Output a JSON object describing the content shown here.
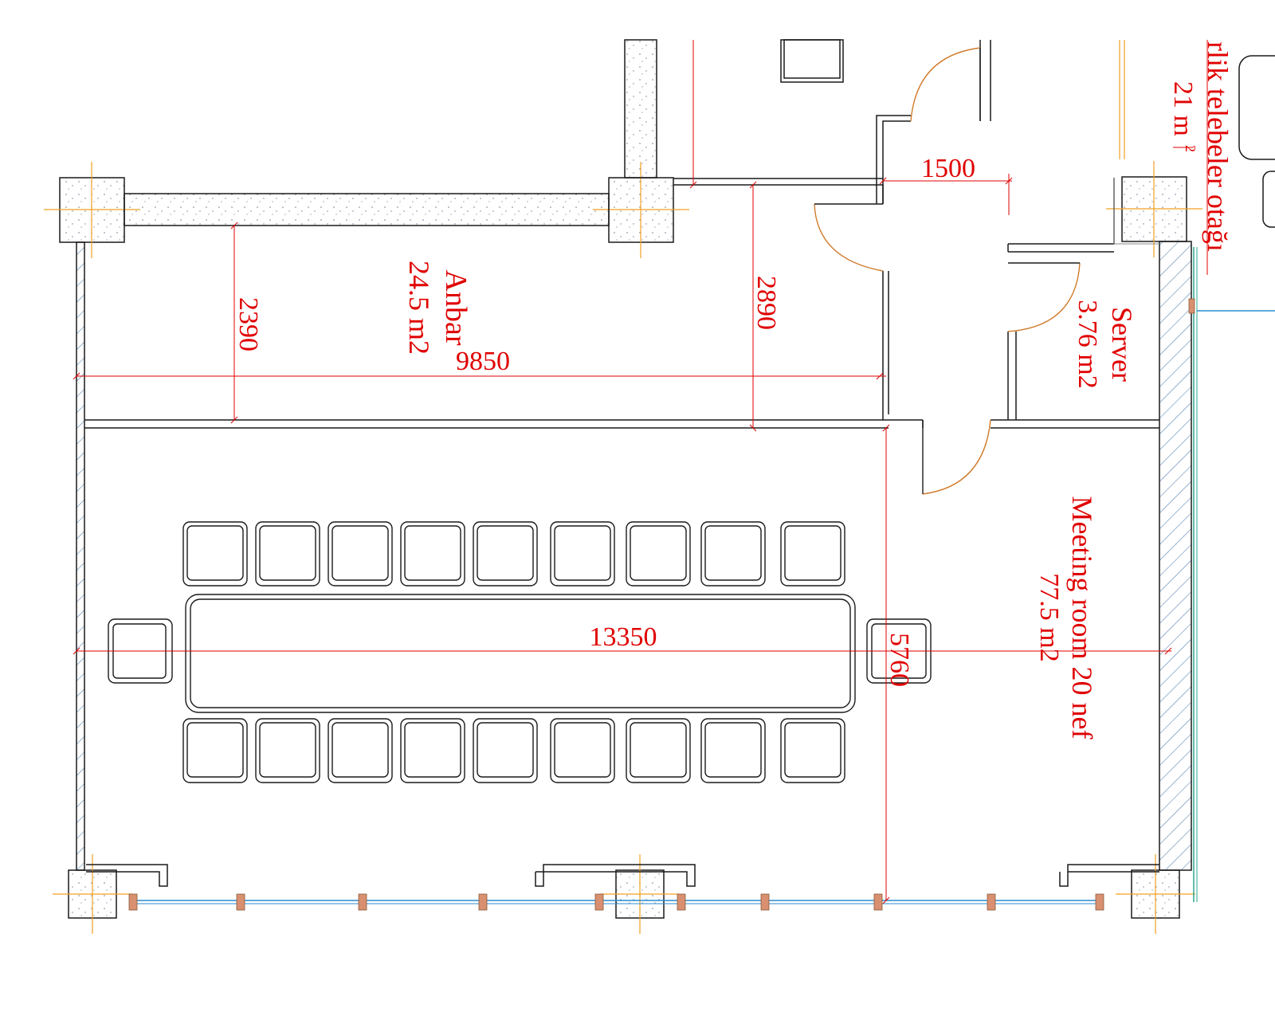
{
  "labels": {
    "storage_name": "Anbar",
    "storage_area": "24.5 m2",
    "server_name": "Server",
    "server_area": "3.76 m2",
    "meeting_name": "Meeting room 20 nef",
    "meeting_area": "77.5 m2",
    "edge_room_name": "rlik telebeler otağı",
    "edge_room_area": "21 m"
  },
  "dimensions": {
    "d1500": "1500",
    "d2390": "2390",
    "d2890": "2890",
    "d9850": "9850",
    "d13350": "13350",
    "d5760": "5760"
  },
  "counts": {
    "chairs_per_side": 9,
    "window_mullions": 10
  },
  "colors": {
    "wall": "#1a1a1a",
    "annotation": "#e00000",
    "door_arc": "#d07a2a",
    "column_mark": "#f0a020",
    "glazing": "#2a8cd0",
    "curtain_wall": "#2aa890",
    "mullion": "#d89070",
    "hatch": "#3a6fa8"
  }
}
